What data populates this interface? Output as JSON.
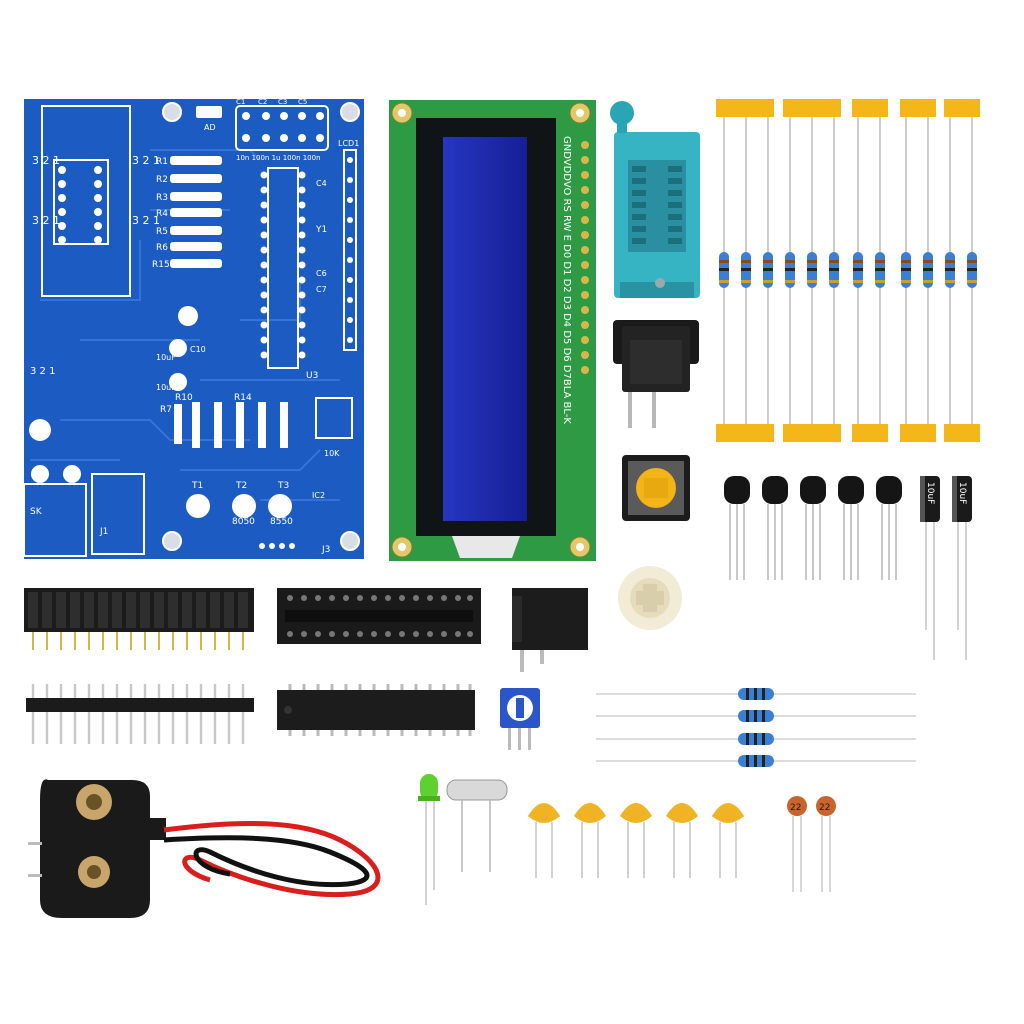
{
  "pcb": {
    "labels": {
      "r1": "R1",
      "r2": "R2",
      "r3": "R3",
      "r4": "R4",
      "r5": "R5",
      "r6": "R6",
      "r15": "R15",
      "r7": "R7",
      "r10": "R10",
      "r14": "R14",
      "c1": "C1",
      "c2": "C2",
      "c3": "C3",
      "c4": "C4",
      "c5": "C5",
      "c6": "C6",
      "c7": "C7",
      "c10": "C10",
      "t1": "T1",
      "t2": "T2",
      "t3": "T3",
      "t2v": "8050",
      "t3v": "8550",
      "u3": "U3",
      "j1": "J1",
      "j3": "J3",
      "lcd": "LCD1",
      "ic2": "IC2",
      "ad": "AD",
      "sk": "SK",
      "tenk": "10K",
      "y1": "Y1",
      "pin321a": "3 2 1",
      "pin321b": "3 2 1",
      "pin321c": "3 2 1",
      "pin321d": "3 2 1",
      "pin321e": "3 2 1",
      "cap_vals": "10n 100n 1u 100n 100n",
      "cap10uf_a": "10uF",
      "cap10uf_b": "10uF"
    }
  },
  "lcd": {
    "pin_labels": "GNDVDDVO RS RW  E  D0  D1  D2  D3  D4  D5  D6  D7BLA BL-K"
  },
  "capacitor": {
    "label": "10uF"
  },
  "ceramic": {
    "label": "22"
  },
  "colors": {
    "pcb_blue": "#1c5bc2",
    "lcd_green": "#2f9a44",
    "lcd_screen": "#1d2aa8",
    "zif_teal": "#36b4c4",
    "tape_yellow": "#f4b71a",
    "cap_yellow": "#f0b323",
    "wire_red": "#d91e1e"
  }
}
